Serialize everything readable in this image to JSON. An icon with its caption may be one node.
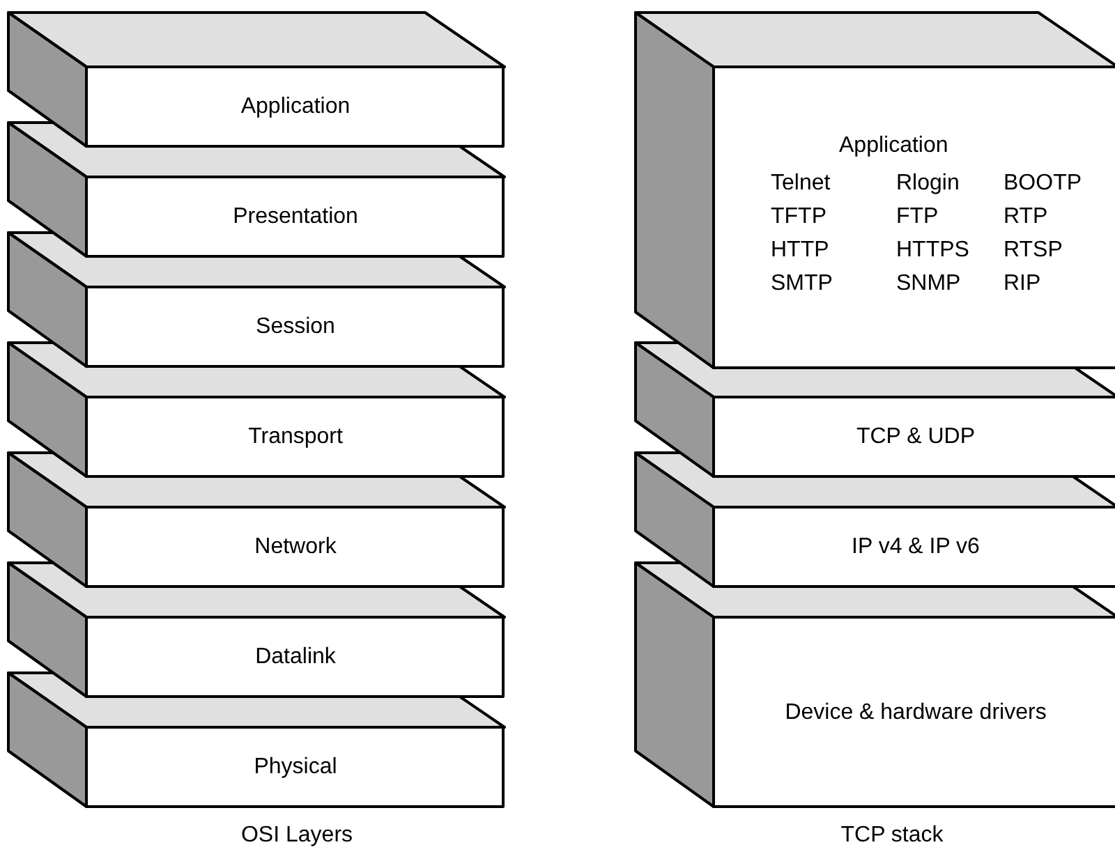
{
  "diagram": {
    "nodes": [
      {
        "text": [
          "Application"
        ]
      },
      {
        "text": [
          "Presentation"
        ]
      },
      {
        "text": [
          "Session"
        ]
      },
      {
        "text": [
          "Transport"
        ]
      },
      {
        "text": [
          "Network"
        ]
      },
      {
        "text": [
          "Datalink"
        ]
      },
      {
        "text": [
          "Physical"
        ]
      },
      {
        "text": [
          "Application",
          "Telnet",
          "Rlogin",
          "BOOTP",
          "TFTP",
          "FTP",
          "RTP",
          "HTTP",
          "HTTPS",
          "RTSP",
          "SMTP",
          "SNMP",
          "RIP"
        ]
      },
      {
        "text": [
          "TCP & UDP"
        ]
      },
      {
        "text": [
          "IP v4 & IP v6"
        ]
      },
      {
        "text": [
          "Device & hardware drivers"
        ]
      }
    ],
    "edges": [],
    "labels": [
      "OSI Layers",
      "TCP stack"
    ]
  }
}
